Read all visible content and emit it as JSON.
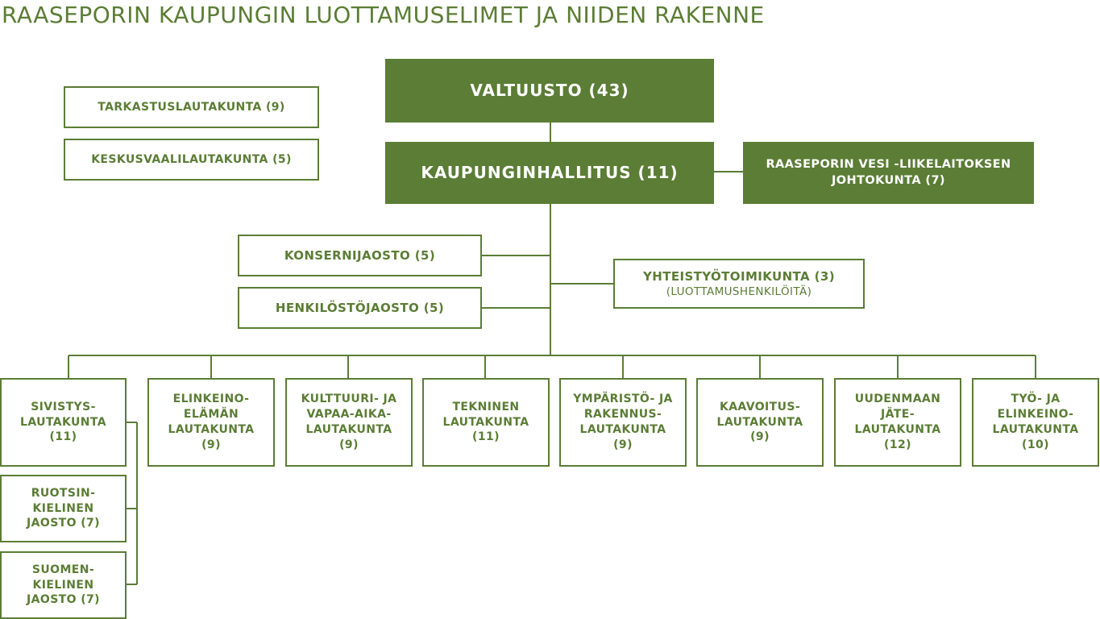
{
  "title": "RAASEPORIN KAUPUNGIN LUOTTAMUSELIMET JA NIIDEN RAKENNE",
  "colors": {
    "accent": "#5b7d35",
    "background": "#ffffff"
  },
  "boxes": {
    "valtuusto": "VALTUUSTO (43)",
    "kaupunginhallitus": "KAUPUNGINHALLITUS (11)",
    "tarkastus": "TARKASTUSLAUTAKUNTA (9)",
    "keskusvaali": "KESKUSVAALILAUTAKUNTA (5)",
    "vesi": {
      "line1": "RAASEPORIN VESI -LIIKELAITOKSEN",
      "line2": "JOHTOKUNTA (7)"
    },
    "konserni": "KONSERNIJAOSTO (5)",
    "henkilosto": "HENKILÖSTÖJAOSTO (5)",
    "yhteistyo": {
      "line1": "YHTEISTYÖTOIMIKUNTA (3)",
      "line2": "(LUOTTAMUSHENKILÖITÄ)"
    }
  },
  "boards": [
    {
      "lines": [
        "SIVISTYS-",
        "LAUTAKUNTA",
        "(11)"
      ]
    },
    {
      "lines": [
        "ELINKEINO-",
        "ELÄMÄN",
        "LAUTAKUNTA",
        "(9)"
      ]
    },
    {
      "lines": [
        "KULTTUURI- JA",
        "VAPAA-AIKA-",
        "LAUTAKUNTA",
        "(9)"
      ]
    },
    {
      "lines": [
        "TEKNINEN",
        "LAUTAKUNTA",
        "(11)"
      ]
    },
    {
      "lines": [
        "YMPÄRISTÖ- JA",
        "RAKENNUS-",
        "LAUTAKUNTA",
        "(9)"
      ]
    },
    {
      "lines": [
        "KAAVOITUS-",
        "LAUTAKUNTA",
        "(9)"
      ]
    },
    {
      "lines": [
        "UUDENMAAN",
        "JÄTE-",
        "LAUTAKUNTA",
        "(12)"
      ]
    },
    {
      "lines": [
        "TYÖ- JA",
        "ELINKEINO-",
        "LAUTAKUNTA",
        "(10)"
      ]
    }
  ],
  "subsections": [
    {
      "lines": [
        "RUOTSIN-",
        "KIELINEN",
        "JAOSTO (7)"
      ]
    },
    {
      "lines": [
        "SUOMEN-",
        "KIELINEN",
        "JAOSTO (7)"
      ]
    }
  ]
}
